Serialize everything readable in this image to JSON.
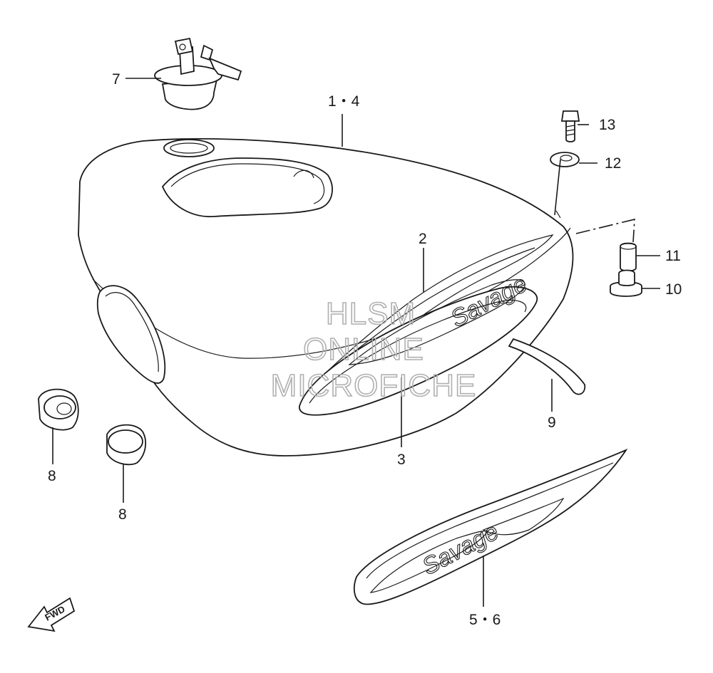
{
  "callouts": {
    "p1_4": "1・4",
    "p2": "2",
    "p3": "3",
    "p5_6": "5・6",
    "p7": "7",
    "p8a": "8",
    "p8b": "8",
    "p9": "9",
    "p10": "10",
    "p11": "11",
    "p12": "12",
    "p13": "13"
  },
  "watermark": {
    "line1": "HLSM",
    "line2": "ONLINE",
    "line3": "MICROFICHE"
  },
  "emblem_script": "Savage",
  "fwd_label": "FWD"
}
